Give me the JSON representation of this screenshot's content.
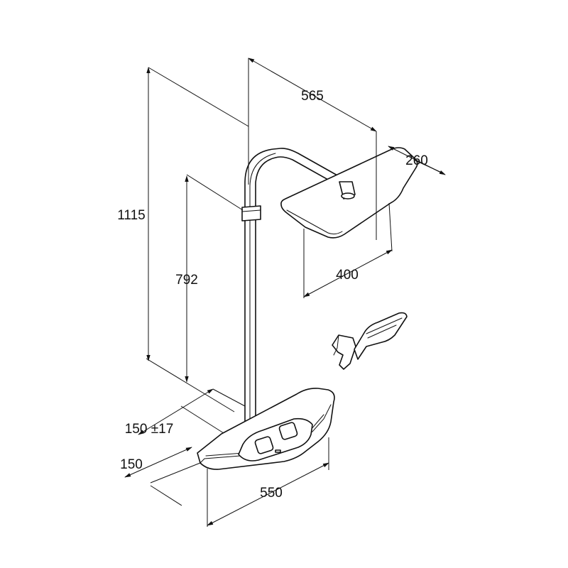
{
  "dimensions": {
    "total_height": "1115",
    "column_height": "792",
    "arm_reach": "565",
    "head_depth": "260",
    "head_width": "400",
    "shelf_offset": "150 ±17",
    "shelf_depth": "150",
    "shelf_width": "550"
  },
  "colors": {
    "line": "#111111",
    "background": "#ffffff"
  }
}
